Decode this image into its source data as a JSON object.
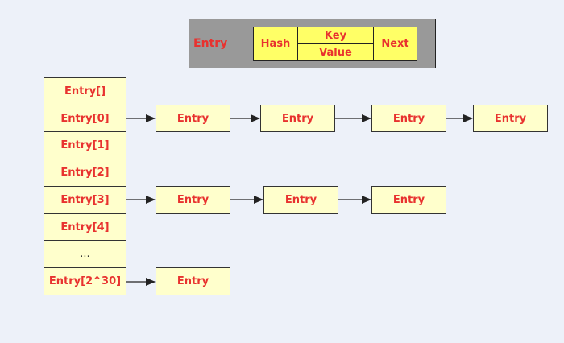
{
  "legend": {
    "title": "Entry",
    "hash": "Hash",
    "key": "Key",
    "value": "Value",
    "next": "Next"
  },
  "array": {
    "header": "Entry[]",
    "slots": [
      "Entry[0]",
      "Entry[1]",
      "Entry[2]",
      "Entry[3]",
      "Entry[4]",
      "...",
      "Entry[2^30]"
    ]
  },
  "chains": {
    "slot0": [
      "Entry",
      "Entry",
      "Entry",
      "Entry"
    ],
    "slot3": [
      "Entry",
      "Entry",
      "Entry"
    ],
    "slot_last": [
      "Entry"
    ]
  },
  "colors": {
    "text": "#e8322f",
    "box_fill": "#ffffcc",
    "legend_field_fill": "#ffff66",
    "legend_bg": "#999999",
    "background": "#edf1f9"
  }
}
